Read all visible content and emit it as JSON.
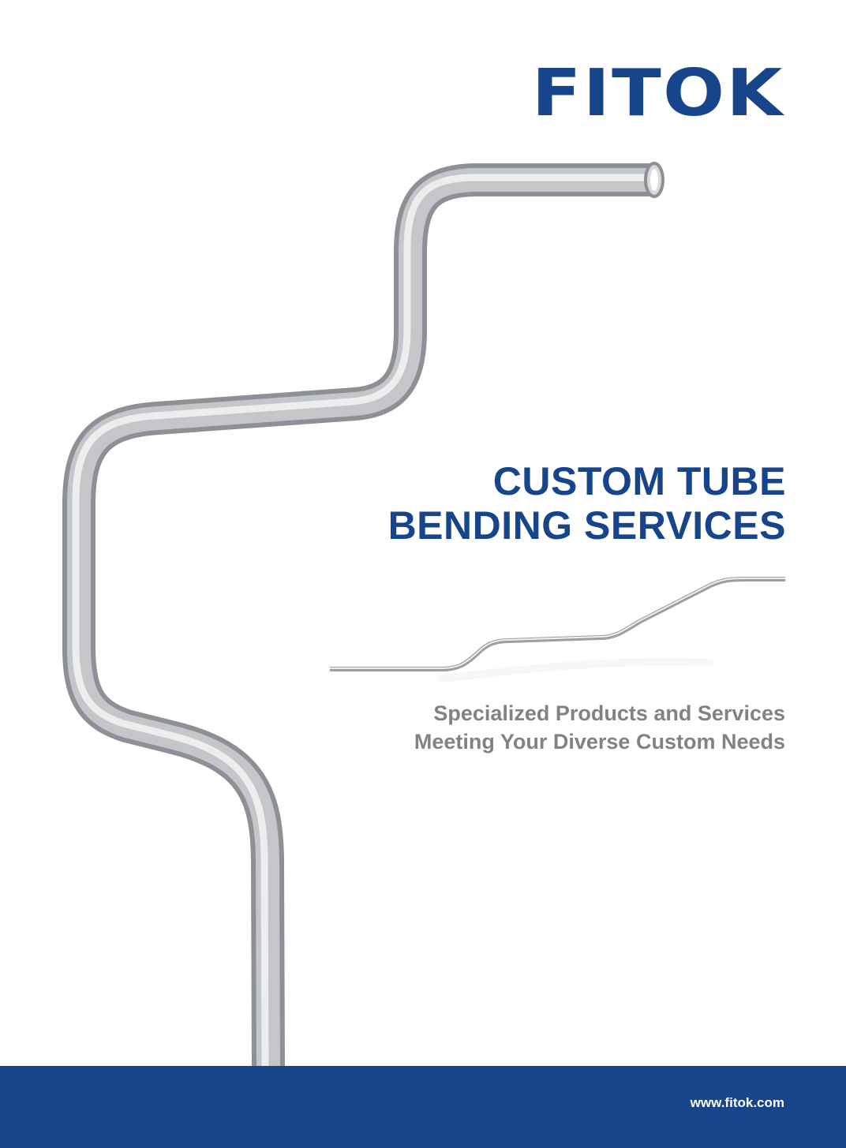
{
  "brand": {
    "logo_text": "FITOK",
    "color": "#17458c"
  },
  "title": {
    "line1": "CUSTOM TUBE",
    "line2": "BENDING SERVICES"
  },
  "subtitle": {
    "line1": "Specialized Products and Services",
    "line2": "Meeting Your Diverse Custom Needs"
  },
  "footer": {
    "url": "www.fitok.com",
    "color": "#17448a"
  }
}
